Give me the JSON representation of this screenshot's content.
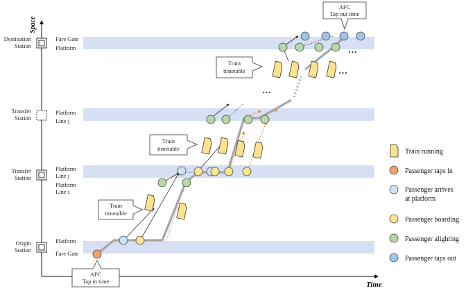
{
  "axes": {
    "y_title": "Space",
    "x_title": "Time"
  },
  "stations": {
    "destination": [
      "Destination",
      "Station"
    ],
    "transfer_upper": [
      "Transfer",
      "Station"
    ],
    "transfer_lower": [
      "Transfer",
      "Station"
    ],
    "origin": [
      "Origin",
      "Station"
    ]
  },
  "levels": {
    "fare_gate_top": "Fare Gate",
    "platform_top": "Platform",
    "platform_line_j_upper": [
      "Platform",
      "Line j"
    ],
    "platform_line_j_lower": [
      "Platform",
      "Line j"
    ],
    "platform_line_i": [
      "Platform",
      "Line i"
    ],
    "platform_origin": "Platform",
    "fare_gate_bottom": "Fare Gate"
  },
  "callouts": {
    "afc_top": [
      "AFC",
      "Tap out time"
    ],
    "afc_bottom": [
      "AFC",
      "Tap in time"
    ],
    "timetable_top": [
      "Train",
      "timetable"
    ],
    "timetable_mid": [
      "Train",
      "timetable"
    ],
    "timetable_low": [
      "Train",
      "timetable"
    ]
  },
  "ellipses": {
    "top_right_1": "…",
    "top_right_2": "…",
    "middle": "…"
  },
  "legend": [
    {
      "key": "train",
      "label": [
        "Train running"
      ]
    },
    {
      "key": "tap_in",
      "label": [
        "Passenger taps in"
      ]
    },
    {
      "key": "arrive",
      "label": [
        "Passenger arrives",
        "at platform"
      ]
    },
    {
      "key": "board",
      "label": [
        "Passenger boarding"
      ]
    },
    {
      "key": "alight",
      "label": [
        "Passenger alighting"
      ]
    },
    {
      "key": "tap_out",
      "label": [
        "Passenger taps out"
      ]
    }
  ],
  "colors": {
    "band": "#d6dff3",
    "train": "#fbe38e",
    "tap_in": "#f0a074",
    "arrive": "#cfe2f3",
    "board": "#fde48e",
    "alight": "#b6d7a8",
    "tap_out": "#9fc5e8",
    "path": "#a6a6a6",
    "orange_arrow": "#ed7d31"
  }
}
